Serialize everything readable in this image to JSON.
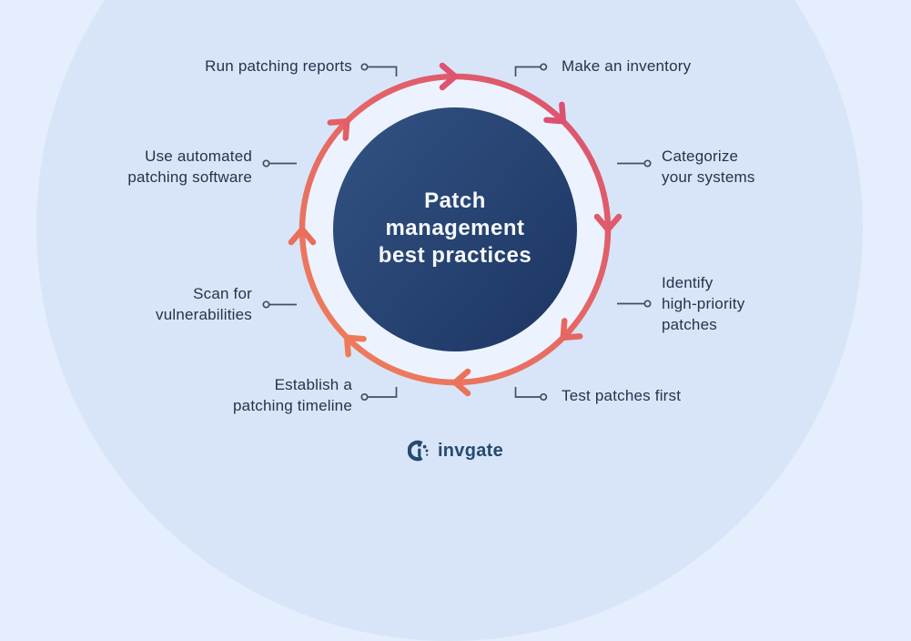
{
  "title": "Patch management best practices infographic",
  "center": {
    "title": "Patch\nmanagement\nbest practices",
    "circle_gradient": {
      "from": "#315181",
      "to": "#1c3562"
    },
    "text_color": "#f5f8fc"
  },
  "cycle": {
    "direction": "clockwise",
    "arrow_count": 8,
    "ring_gradient": {
      "from": "#db5170",
      "to": "#f0805a"
    },
    "arrow_colors": [
      "#dd5370",
      "#db5173",
      "#df5a6c",
      "#e66760",
      "#ec7159",
      "#ef7a57",
      "#ea6e5c",
      "#e25f66"
    ]
  },
  "steps": [
    {
      "id": "make-an-inventory",
      "label": "Make an inventory"
    },
    {
      "id": "categorize-your-systems",
      "label": "Categorize\nyour systems"
    },
    {
      "id": "identify-high-priority-patches",
      "label": "Identify\nhigh-priority\npatches"
    },
    {
      "id": "test-patches-first",
      "label": "Test patches first"
    },
    {
      "id": "establish-a-patching-timeline",
      "label": "Establish a\npatching timeline"
    },
    {
      "id": "scan-for-vulnerabilities",
      "label": "Scan for\nvulnerabilities"
    },
    {
      "id": "use-automated-patching-software",
      "label": "Use automated\npatching software"
    },
    {
      "id": "run-patching-reports",
      "label": "Run patching reports"
    }
  ],
  "background": {
    "base_color": "#e4eefc",
    "overlay_circle_color": "#d8e5f8",
    "ring_inner_fill": "#ecf3fe"
  },
  "logo": {
    "brand": "invgate"
  }
}
